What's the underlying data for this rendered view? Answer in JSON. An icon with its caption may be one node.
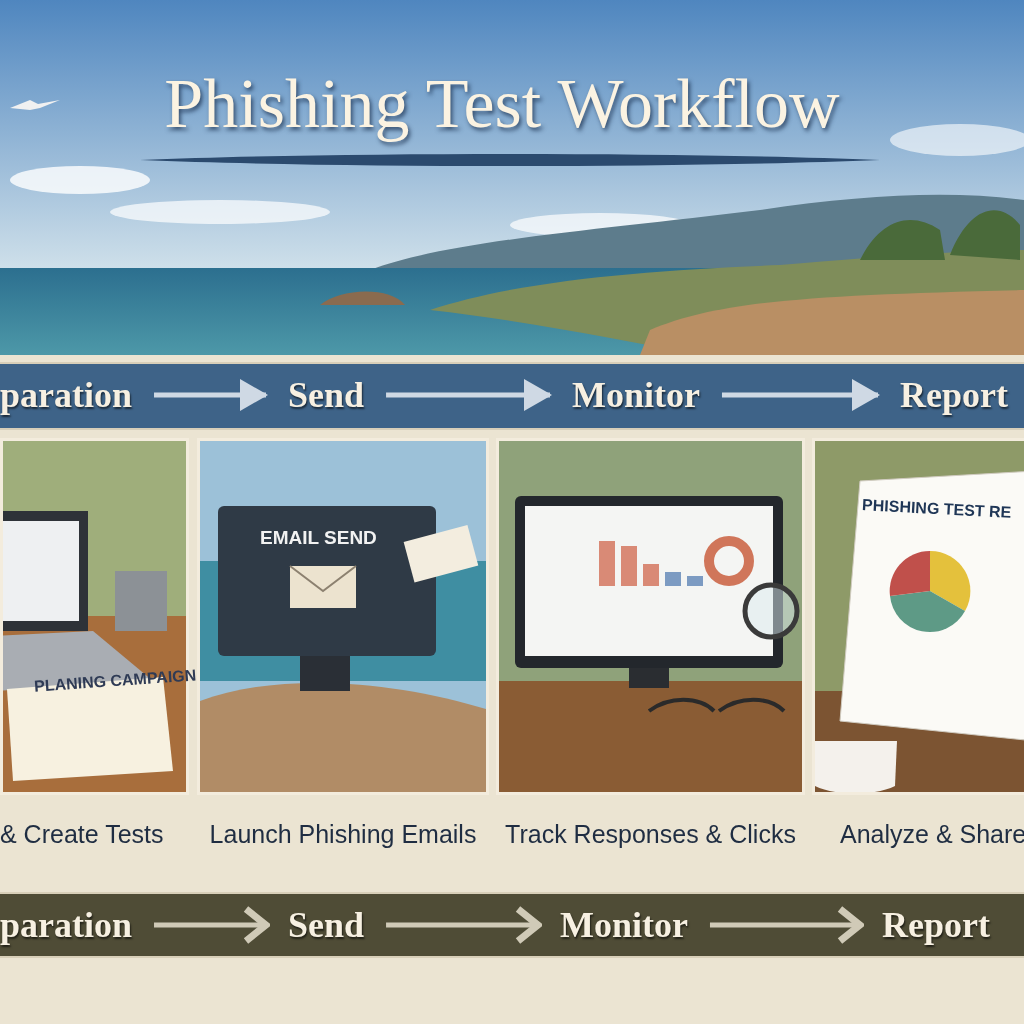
{
  "diagram": {
    "title": "Phishing Test Workflow",
    "nodes": [
      {
        "text": [
          "paration"
        ]
      },
      {
        "text": [
          "Send"
        ]
      },
      {
        "text": [
          "Monitor"
        ]
      },
      {
        "text": [
          "Report"
        ]
      },
      {
        "text": [
          "& Create Tests"
        ]
      },
      {
        "text": [
          "Launch Phishing Emails"
        ]
      },
      {
        "text": [
          "Track Responses & Clicks"
        ]
      },
      {
        "text": [
          "Analyze & Share"
        ]
      },
      {
        "text": [
          "paration"
        ]
      },
      {
        "text": [
          "Send"
        ]
      },
      {
        "text": [
          "Monitor"
        ]
      },
      {
        "text": [
          "Report"
        ]
      }
    ],
    "edges": [
      {
        "from": 0,
        "to": 1,
        "arrow": "to"
      },
      {
        "from": 1,
        "to": 2,
        "arrow": "to"
      },
      {
        "from": 2,
        "to": 3,
        "arrow": "to"
      },
      {
        "from": 8,
        "to": 9,
        "arrow": "to"
      },
      {
        "from": 9,
        "to": 10,
        "arrow": "to"
      },
      {
        "from": 10,
        "to": 11,
        "arrow": "to"
      }
    ],
    "labels": [
      "PLANING CAMPAIGN",
      "EMAIL SEND",
      "PHISHING TEST RE"
    ]
  }
}
